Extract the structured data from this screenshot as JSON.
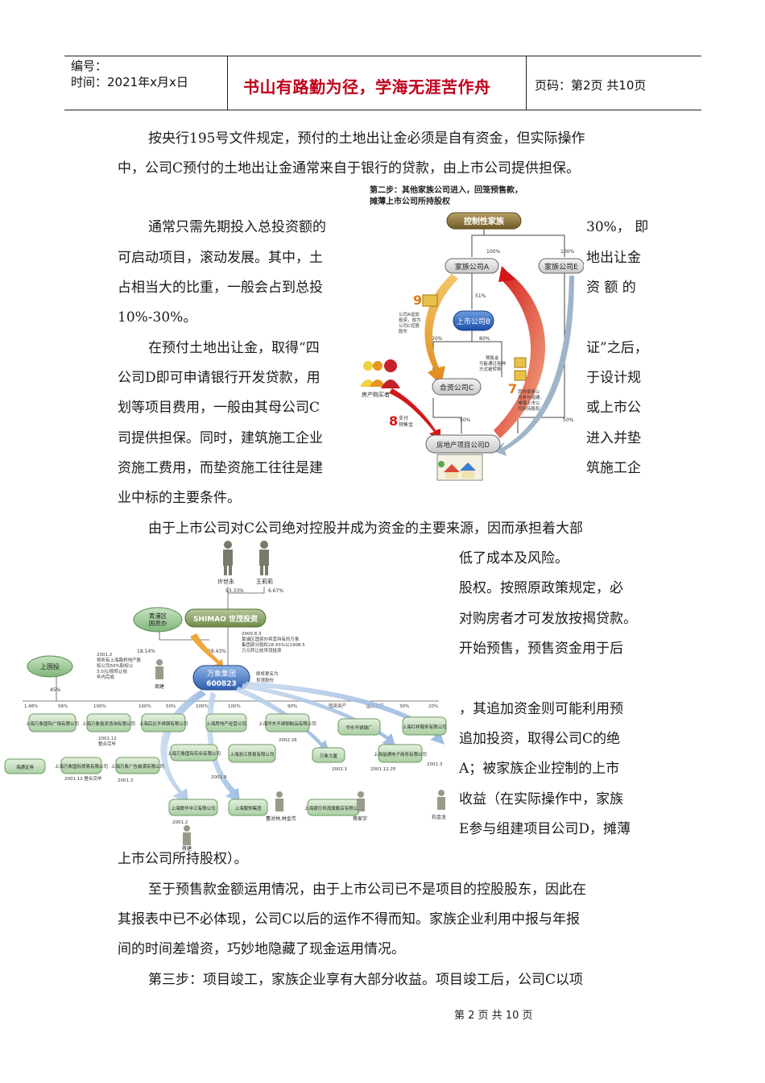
{
  "header": {
    "number_label": "编号：",
    "date_label": "时间：2021年x月x日",
    "motto": "书山有路勤为径，学海无涯苦作舟",
    "page_label": "页码：第2页  共10页"
  },
  "body_lines": [
    "按央行195号文件规定，预付的土地出让金必须是自有资金，但实际操作",
    "中，公司C预付的土地出让金通常来自于银行的贷款，由上市公司提供担保。",
    "通常只需先期投入总投资额的",
    "30%， 即",
    "可启动项目，滚动发展。其中，土",
    "地出让金",
    "占相当大的比重，一般会占到总投",
    "资 额 的",
    "10%-30%。",
    "在预付土地出让金，取得“四",
    "证”之后，",
    "公司D即可申请银行开发贷款，用",
    "于设计规",
    "划等项目费用，一般由其母公司C",
    "或上市公",
    "司提供担保。同时，建筑施工企业",
    "进入并垫",
    "资施工费用，而垫资施工往往是建",
    "筑施工企",
    "业中标的主要条件。",
    "由于上市公司对C公司绝对控股并成为资金的主要来源，因而承担着大部",
    "低了成本及风险。",
    "股权。按照原政策规定，必",
    "对购房者才可发放按揭贷款。",
    "开始预售，预售资金用于后",
    "，其追加资金则可能利用预",
    "追加投资，取得公司C的绝",
    "A；被家族企业控制的上市",
    "收益（在实际操作中，家族",
    "E参与组建项目公司D，摊薄",
    "上市公司所持股权）。",
    "至于预售款金额运用情况，由于上市公司已不是项目的控股股东，因此在",
    "其报表中已不必体现，公司C以后的运作不得而知。家族企业利用中报与年报",
    "间的时间差增资，巧妙地隐藏了现金运用情况。",
    "第三步：项目竣工，家族企业享有大部分收益。项目竣工后，公司C以项"
  ],
  "footer": {
    "page_text": "第 2 页 共 10 页"
  },
  "diagram1": {
    "title1": "第二步：其他家族公司进入，回笼预售款，",
    "title2": "摊薄上市公司所持股权",
    "holding_family": "控制性家族",
    "company_a": "家族公司A",
    "company_e": "家族公司E",
    "listed_b": "上市公司B",
    "jv_c": "合资公司C",
    "project_d": "房地产项目公司D",
    "buyers": "房产购买者",
    "pct_100a": "100%",
    "pct_100e": "100%",
    "pct_51": "51%",
    "pct_20": "20%",
    "pct_80": "80%",
    "pct_50a": "50%",
    "pct_50b": "50%",
    "step9": "9",
    "step9_note1": "公司A追加",
    "step9_note2": "投资，成为",
    "step9_note3": "公司C控股",
    "step9_note4": "股东",
    "presale1": "预售金",
    "presale2": "可能通过各种",
    "presale3": "方式被转移",
    "step7": "7",
    "step7_note1": "其他家族公",
    "step7_note2": "司参与组建，",
    "step7_note3": "摊薄上市公",
    "step7_note4": "司所持股权",
    "step8": "8",
    "step8_note1": "支付",
    "step8_note2": "预售金"
  },
  "diagram2": {
    "person1": "许世永",
    "person2": "王莉莉",
    "pct_p1": "93.33%",
    "pct_p2": "6.67%",
    "district": "黄浦区",
    "district2": "国资办",
    "shimao": "SHIMAO 世茂投资",
    "pct_district": "18.14%",
    "pct_shimao": "28.43%",
    "note_2000": "2000.8.3",
    "note_2000b": "黄浦区国资办将其持有的万象",
    "note_2000c": "集团部分股权28.43%以1408.5",
    "note_2000d": "万元转让给世茂投资",
    "wanxiang": "万象集团",
    "wanxiang_code": "600823",
    "rename": "即将更名为",
    "rename2": "世茂股份",
    "guotou": "上国投",
    "pct_45": "45%",
    "note_2001": "2001.2",
    "note_2001b": "将所有上海路桥地产股",
    "note_2001c": "权公司50%股权以",
    "note_2001d": "3.0元/股转让给",
    "note_2001e": "年内完成",
    "zhou": "周建",
    "branch_pcts": [
      "1.48%",
      "56%",
      "100%",
      "100%",
      "50%",
      "100%",
      "100%",
      "90%",
      "国资资产",
      "国资资产",
      "30%",
      "20%"
    ],
    "sub_wanxiang_plaza": "上海万象国际广场有限公司",
    "sub_wanxiang_consult": "上海万象投资咨询有限公司",
    "sub_mart": "上海后比不锈钢有限公司",
    "sub_estate": "上海房地产经营公司",
    "sub_huacheng": "上海华东不锈钢制品有限公司",
    "sub_huadong": "华东不锈钢厂",
    "sub_hongjun": "上海红祥服务有限公司",
    "haitong": "海通证券",
    "sub_intl": "上海万象国际贸易有限公司",
    "sub_adv": "上海万象广告装潢有限公司",
    "sub_property": "上海万象国际实业有限公司",
    "sub_zhijiang": "上海浙江贸易有限公司",
    "sub_wanxiang_tower": "万象大厦",
    "sub_ecom": "上海益通电子商务有限公司",
    "sub_zhongjiang": "上海联华中江有限公司",
    "sub_shanghai_group": "上海服饰集团",
    "sub_real": "上海银行世茂旗舰店有限公司",
    "d_1212": "2001.12",
    "d_1212b": "整合完毕",
    "d_2001_12b": "2001.12 整合完毕",
    "d_2001_3": "2001.3",
    "d_2002_1": "2002.1",
    "d_2002_3": "2002.3",
    "d_2002_26": "2002.26",
    "d_2001_9": "2001.9",
    "d_2001_2b": "2001.2",
    "d_2001_12c": "2001.12.25",
    "person_jiang": "蒋家宇",
    "person_jiangjian": "蒋建",
    "person_shi": "石金龙",
    "person_xu": "曹对林,林金芳"
  }
}
